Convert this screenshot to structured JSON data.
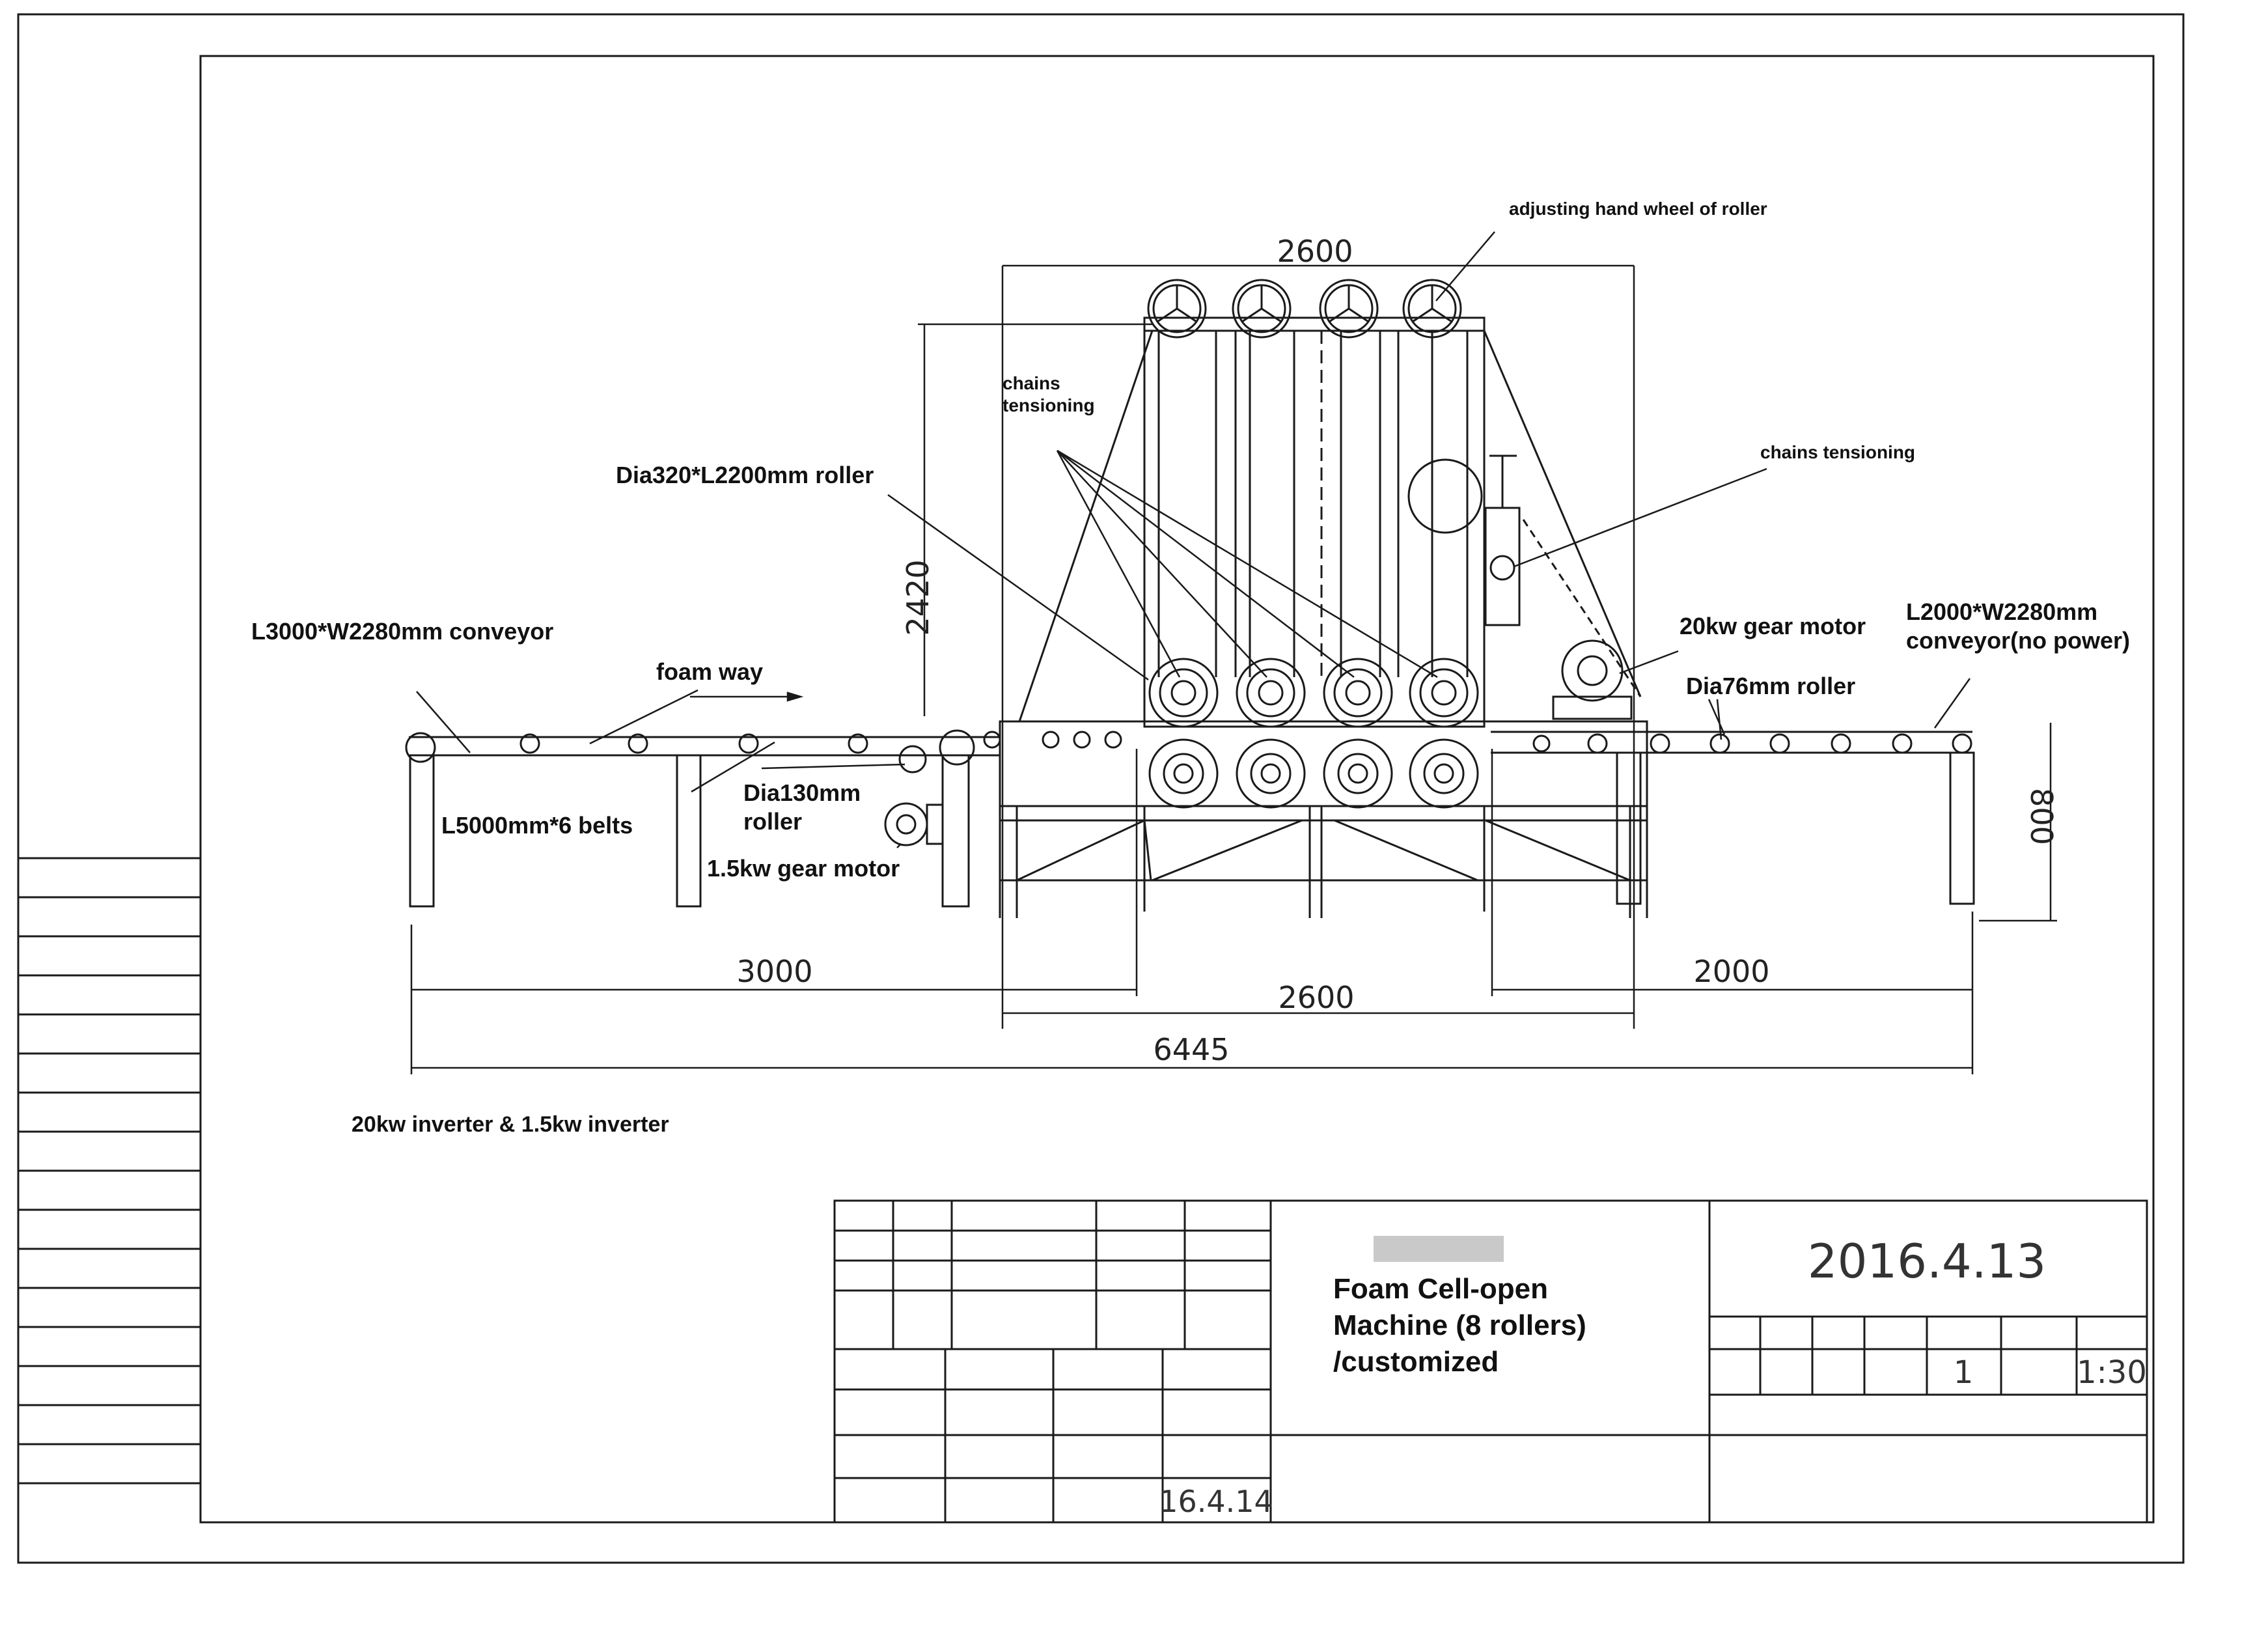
{
  "drawing": {
    "title_lines": [
      "Foam Cell-open",
      "Machine (8 rollers)",
      "/customized"
    ],
    "date": "2016.4.13",
    "sheet": "1",
    "scale": "1:30",
    "approval_date": "16.4.14"
  },
  "annotations": {
    "hand_wheel": "adjusting hand wheel of roller",
    "chains_tensioning_left": [
      "chains",
      "tensioning"
    ],
    "chains_tensioning_right": "chains tensioning",
    "big_roller": "Dia320*L2200mm roller",
    "conveyor_left": "L3000*W2280mm conveyor",
    "foam_way": "foam way",
    "belts": "L5000mm*6 belts",
    "small_roller": [
      "Dia130mm",
      "roller"
    ],
    "small_motor": "1.5kw gear motor",
    "big_motor": "20kw gear motor",
    "roller76": "Dia76mm roller",
    "conveyor_right": [
      "L2000*W2280mm",
      "conveyor(no power)"
    ],
    "inverter": "20kw inverter  & 1.5kw inverter"
  },
  "dimensions": {
    "top_width": "2600",
    "height": "2420",
    "conveyor_left_len": "3000",
    "machine_width": "2600",
    "conveyor_right_len": "2000",
    "total_len": "6445",
    "conveyor_height": "800"
  }
}
